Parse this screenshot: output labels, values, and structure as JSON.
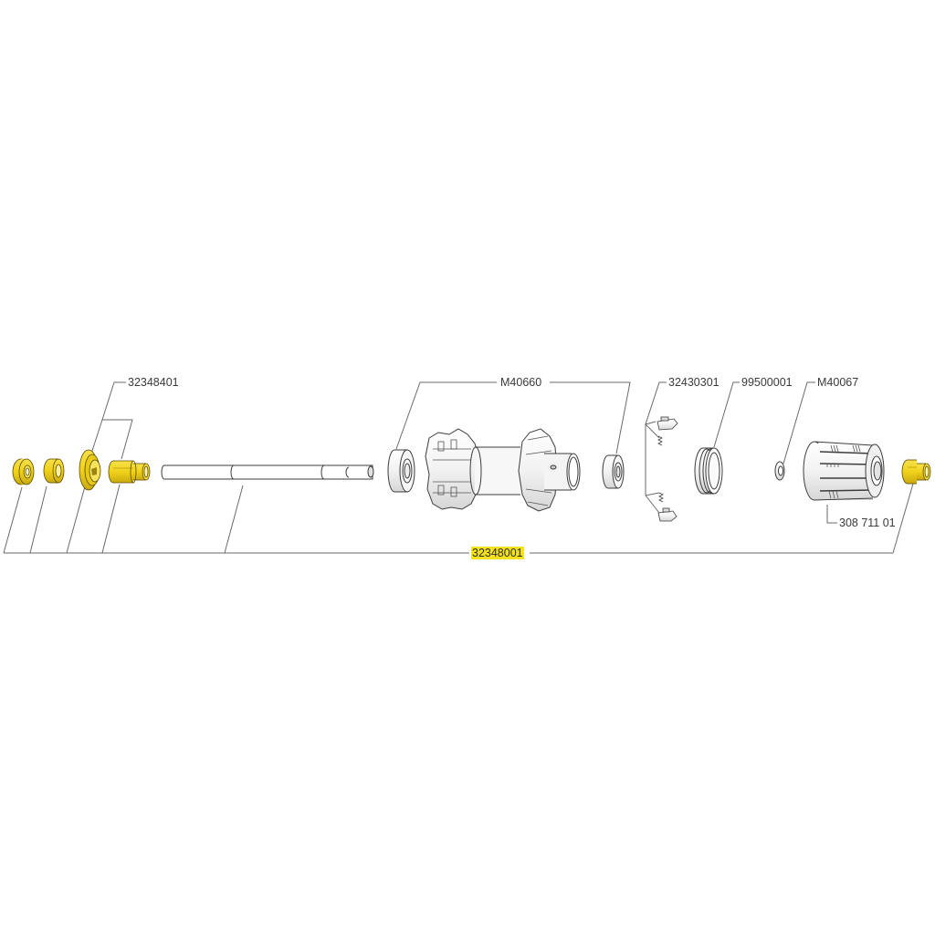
{
  "diagram": {
    "title": "Rear hub exploded parts diagram",
    "colors": {
      "line": "#5a5a5a",
      "part_outline": "#3c3c3c",
      "highlight_yellow": "#f4e21c",
      "part_yellow": "#f0d21a",
      "part_gray": "#e6e6e6",
      "background": "#ffffff"
    },
    "parts": [
      {
        "id": "axle-nut-left",
        "name": "Axle nut (left)",
        "highlighted": true
      },
      {
        "id": "spacer-left",
        "name": "Spacer (left)",
        "highlighted": true
      },
      {
        "id": "end-cap-left",
        "name": "End cap (left)",
        "highlighted": true
      },
      {
        "id": "axle-adapter-left",
        "name": "Axle adapter (left)",
        "highlighted": true
      },
      {
        "id": "axle",
        "name": "Axle",
        "highlighted": false
      },
      {
        "id": "bearing-left",
        "name": "Bearing (left)",
        "highlighted": false
      },
      {
        "id": "hub-body",
        "name": "Hub body",
        "highlighted": false
      },
      {
        "id": "bearing-right",
        "name": "Bearing (right)",
        "highlighted": false
      },
      {
        "id": "pawls-springs",
        "name": "Pawls and springs",
        "highlighted": false
      },
      {
        "id": "seal",
        "name": "Seal",
        "highlighted": false
      },
      {
        "id": "washer",
        "name": "Washer",
        "highlighted": false
      },
      {
        "id": "freehub-body",
        "name": "Freehub body",
        "highlighted": false
      },
      {
        "id": "axle-nut-right",
        "name": "Axle nut (right)",
        "highlighted": true
      }
    ],
    "callouts": [
      {
        "label": "32348401",
        "refers_to": [
          "end-cap-left",
          "axle-adapter-left"
        ],
        "highlighted": false
      },
      {
        "label": "M40660",
        "refers_to": [
          "bearing-left",
          "bearing-right"
        ],
        "highlighted": false
      },
      {
        "label": "32430301",
        "refers_to": [
          "pawls-springs"
        ],
        "highlighted": false
      },
      {
        "label": "99500001",
        "refers_to": [
          "seal"
        ],
        "highlighted": false
      },
      {
        "label": "M40067",
        "refers_to": [
          "washer"
        ],
        "highlighted": false
      },
      {
        "label": "308 711 01",
        "refers_to": [
          "freehub-body"
        ],
        "highlighted": false
      },
      {
        "label": "32348001",
        "refers_to": [
          "axle-nut-left",
          "spacer-left",
          "end-cap-left",
          "axle-adapter-left",
          "axle",
          "axle-nut-right"
        ],
        "highlighted": true
      }
    ]
  }
}
